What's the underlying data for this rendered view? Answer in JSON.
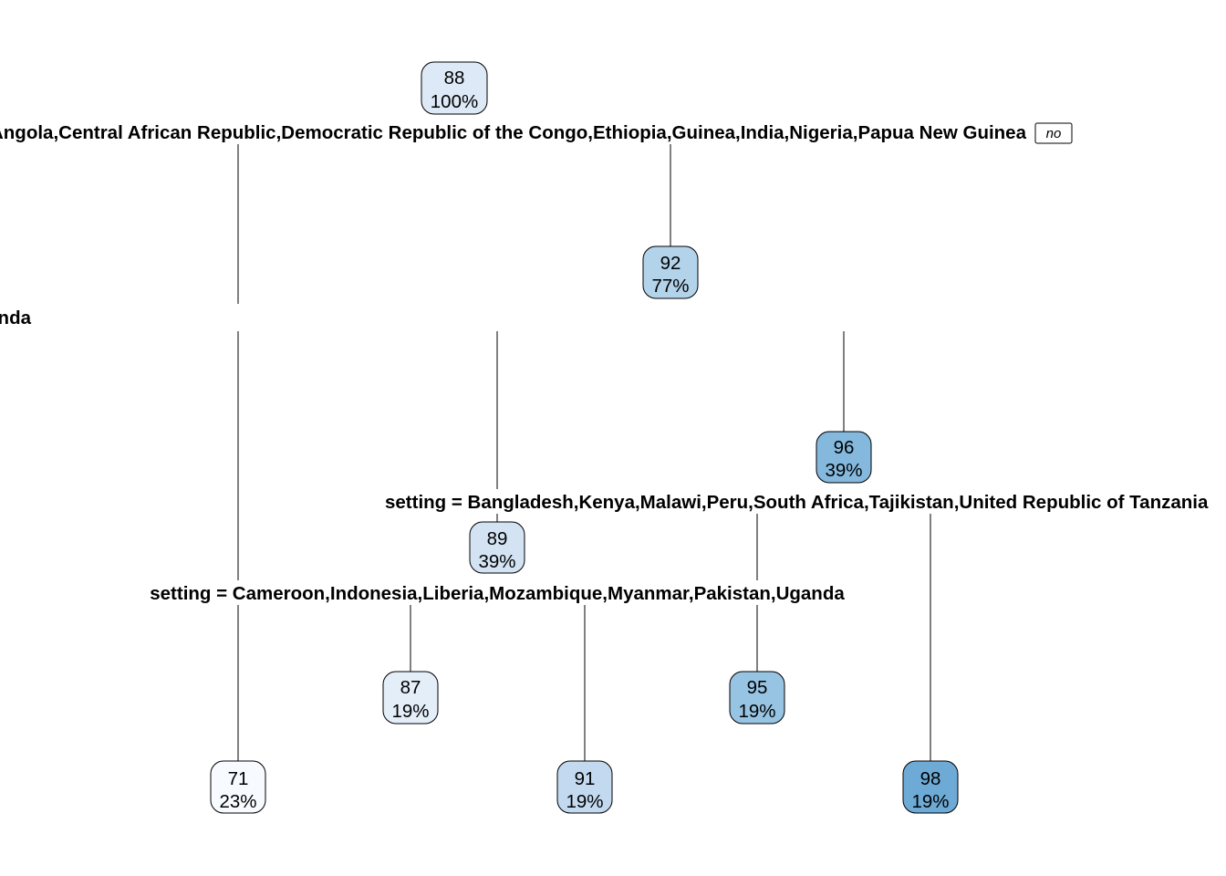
{
  "splits": {
    "root": "setting = Afghanistan,Angola,Central African Republic,Democratic Republic of the Congo,Ethiopia,Guinea,India,Nigeria,Papua New Guinea",
    "root_no_tag": "no",
    "level2": "setting = Cameroon,Congo,Gabon,Guinea-Bissau,Indonesia,Liberia,Mozambique,Myanmar,Namibia,Nepal,Pakistan,Philippines,Sierra Leone,Uganda",
    "level3_right": "setting = Bangladesh,Kenya,Malawi,Peru,South Africa,Tajikistan,United Republic of Tanzania",
    "level3_left": "setting = Cameroon,Indonesia,Liberia,Mozambique,Myanmar,Pakistan,Uganda"
  },
  "nodes": {
    "root": {
      "value": "88",
      "percent": "100%",
      "color": "#dde9f6"
    },
    "n2": {
      "value": "92",
      "percent": "77%",
      "color": "#b3d3ea"
    },
    "n3": {
      "value": "96",
      "percent": "39%",
      "color": "#84b9dd"
    },
    "n4": {
      "value": "89",
      "percent": "39%",
      "color": "#d3e3f3"
    },
    "leaf1": {
      "value": "71",
      "percent": "23%",
      "color": "#f7fbff"
    },
    "leaf2": {
      "value": "87",
      "percent": "19%",
      "color": "#e4eef9"
    },
    "leaf3": {
      "value": "91",
      "percent": "19%",
      "color": "#c2d9ef"
    },
    "leaf4": {
      "value": "95",
      "percent": "19%",
      "color": "#97c4e2"
    },
    "leaf5": {
      "value": "98",
      "percent": "19%",
      "color": "#6eaad6"
    }
  }
}
